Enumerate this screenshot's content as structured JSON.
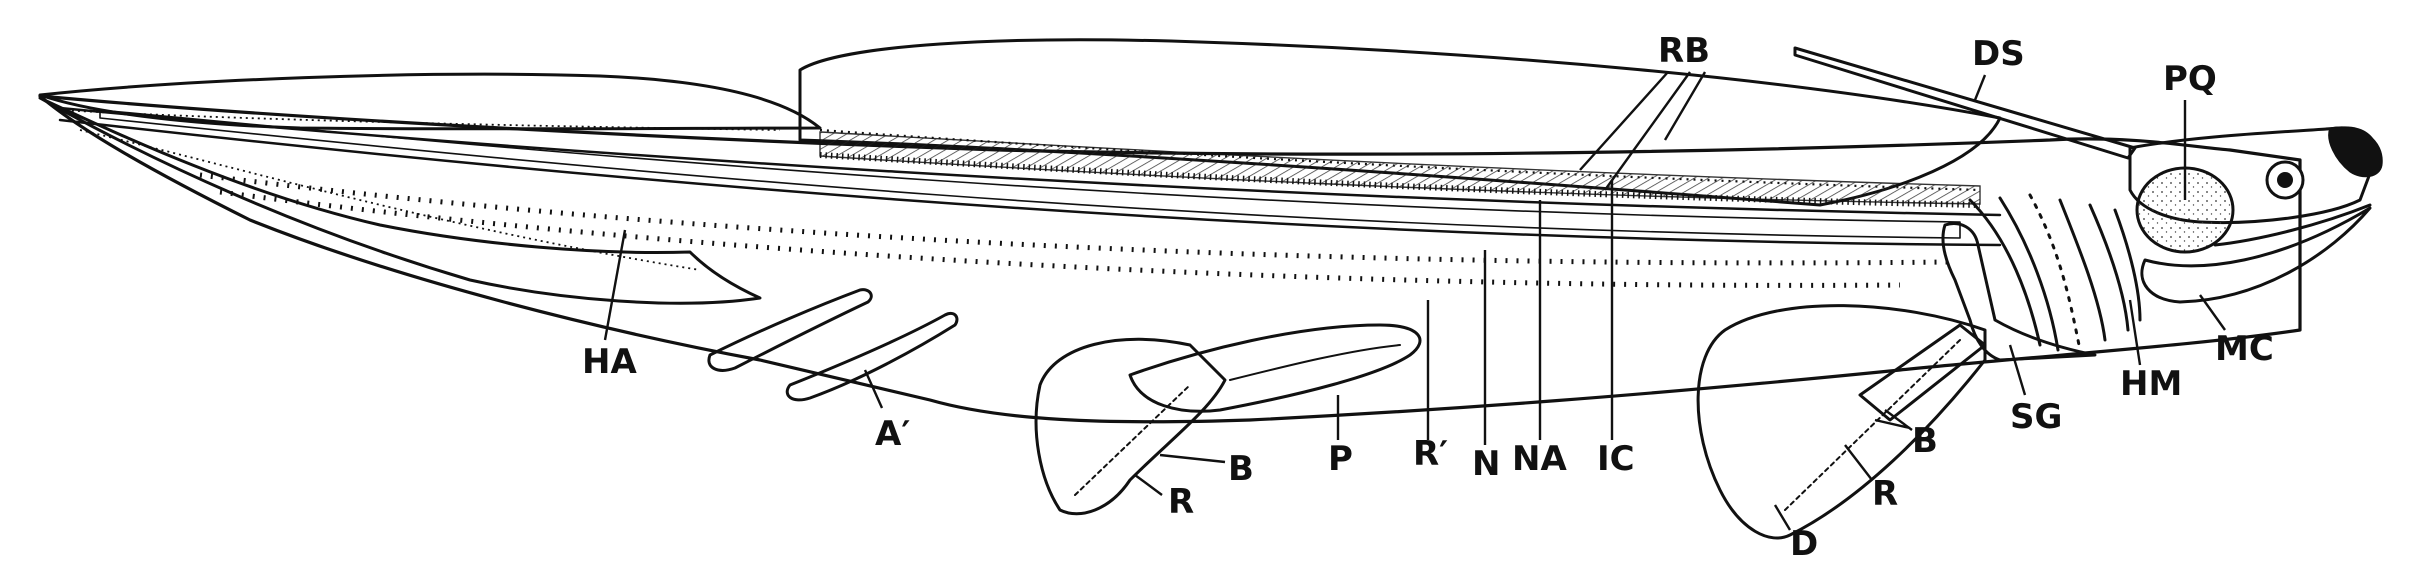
{
  "figure": {
    "subject": "Lateral skeleton of a primitive shark-like fish (Cladoselache)",
    "labels": {
      "rb": "RB",
      "ds": "DS",
      "pq": "PQ",
      "ha": "HA",
      "a_prime": "A′",
      "b_pelvic": "B",
      "r_pelvic": "R",
      "p": "P",
      "r_prime": "R′",
      "n": "N",
      "na": "NA",
      "ic": "IC",
      "d": "D",
      "r_pectoral": "R",
      "b_pectoral": "B",
      "sg": "SG",
      "hm": "HM",
      "mc": "MC"
    }
  }
}
